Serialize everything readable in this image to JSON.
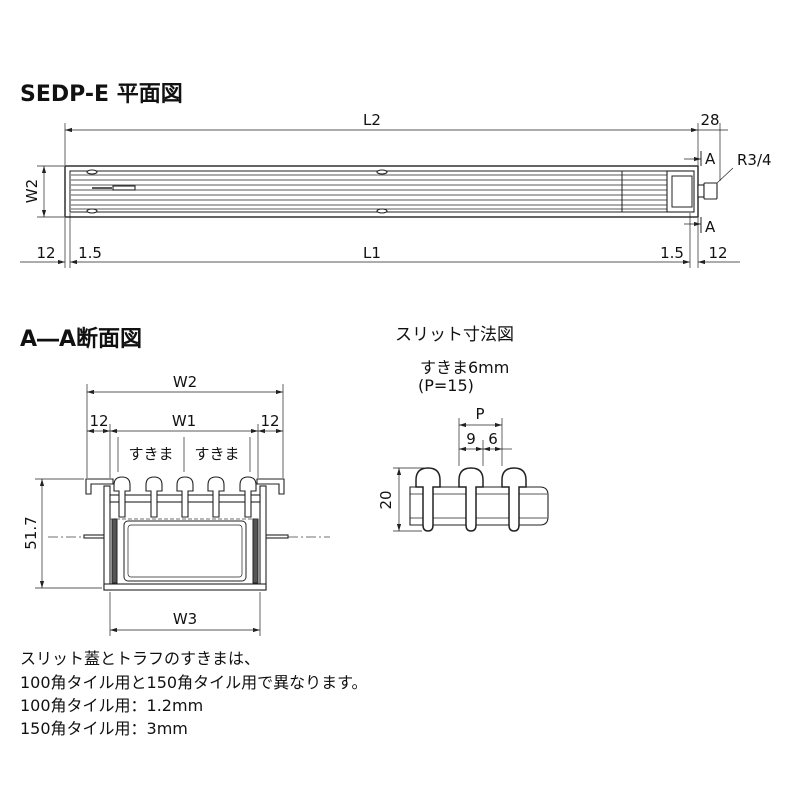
{
  "plan_view": {
    "title": "SEDP-E 平面図",
    "overall_length_label": "L2",
    "end_length": "28",
    "section_mark_top": "A",
    "section_mark_bottom": "A",
    "fitting_label": "R3/4",
    "width_label": "W2",
    "bottom_dims": {
      "left_flange": "12",
      "left_clearance": "1.5",
      "inner_length_label": "L1",
      "right_clearance": "1.5",
      "right_flange": "12"
    }
  },
  "section_view": {
    "title": "A―A断面図",
    "overall_width_label": "W2",
    "left_flange": "12",
    "inner_width_label": "W1",
    "right_flange": "12",
    "gap_label_left": "すきま",
    "gap_label_right": "すきま",
    "height": "51.7",
    "trough_width_label": "W3"
  },
  "slit_detail": {
    "title": "スリット寸法図",
    "gap_note": "すきま6mm",
    "pitch_note": "(P=15)",
    "pitch_label": "P",
    "head_width": "9",
    "gap_width": "6",
    "height": "20"
  },
  "notes": [
    "スリット蓋とトラフのすきまは、",
    "100角タイル用と150角タイル用で異なります。",
    "100角タイル用：1.2mm",
    "150角タイル用：3mm"
  ]
}
